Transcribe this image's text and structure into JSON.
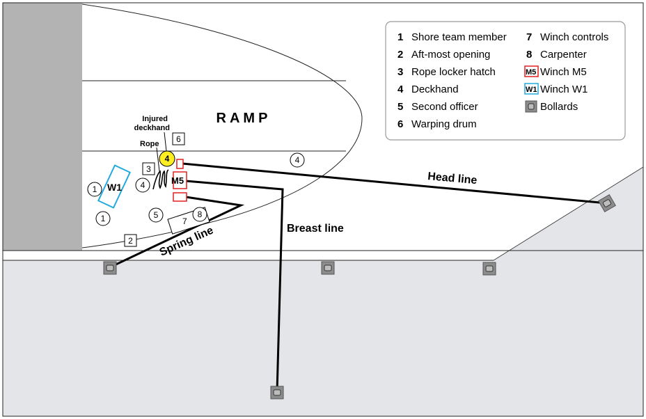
{
  "colors": {
    "quay": "#e4e5e8",
    "quay_wall": "#b3b3b3",
    "ramp_label": "#888888",
    "injured_highlight": "#ffee22",
    "winch_m5": "#e02020",
    "winch_w1": "#22aadd",
    "bollard": "#8c8c8c"
  },
  "ramp_label": "RAMP",
  "annotations": {
    "injured": "Injured\ndeckhand",
    "rope": "Rope"
  },
  "lines": {
    "head": "Head line",
    "breast": "Breast line",
    "spring": "Spring line"
  },
  "markers": {
    "m1a": "1",
    "m1b": "1",
    "m2": "2",
    "m3": "3",
    "m4a": "4",
    "m4b": "4",
    "m4c": "4",
    "m5": "5",
    "m6": "6",
    "m7": "7",
    "m8": "8",
    "w1": "W1",
    "m5_winch": "M5"
  },
  "legend": {
    "items": [
      {
        "key": "1",
        "label": "Shore team member",
        "icon": "number"
      },
      {
        "key": "2",
        "label": "Aft-most opening",
        "icon": "number"
      },
      {
        "key": "3",
        "label": "Rope locker hatch",
        "icon": "number"
      },
      {
        "key": "4",
        "label": "Deckhand",
        "icon": "number"
      },
      {
        "key": "5",
        "label": "Second officer",
        "icon": "number"
      },
      {
        "key": "6",
        "label": "Warping drum",
        "icon": "number"
      },
      {
        "key": "7",
        "label": "Winch controls",
        "icon": "number"
      },
      {
        "key": "8",
        "label": "Carpenter",
        "icon": "number"
      },
      {
        "key": "M5",
        "label": "Winch M5",
        "icon": "winch-m5-icon"
      },
      {
        "key": "W1",
        "label": "Winch W1",
        "icon": "winch-w1-icon"
      },
      {
        "key": "",
        "label": "Bollards",
        "icon": "bollard-icon"
      }
    ]
  }
}
